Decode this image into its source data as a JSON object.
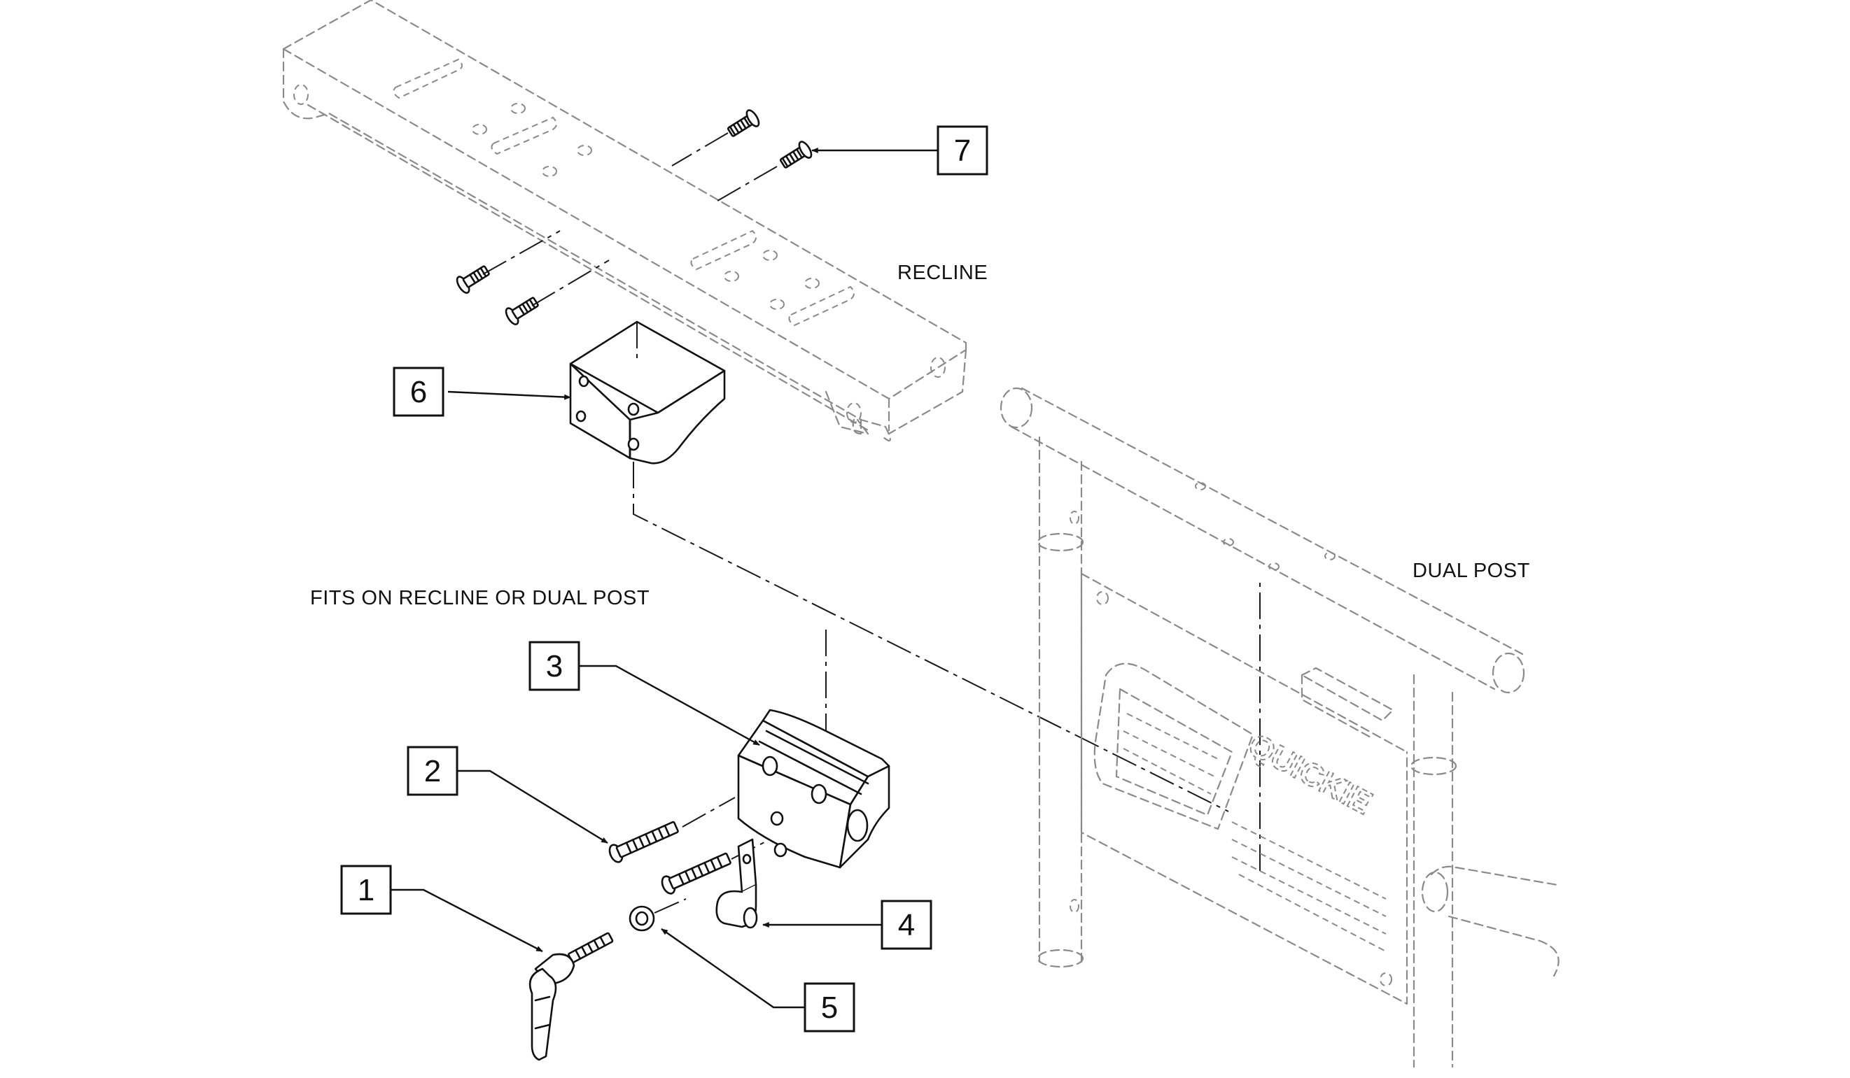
{
  "labels": {
    "recline": "RECLINE",
    "dual_post": "DUAL POST",
    "fits_note": "FITS ON RECLINE OR DUAL POST",
    "brand": "QUICKIE"
  },
  "callouts": [
    "1",
    "2",
    "3",
    "4",
    "5",
    "6",
    "7"
  ]
}
